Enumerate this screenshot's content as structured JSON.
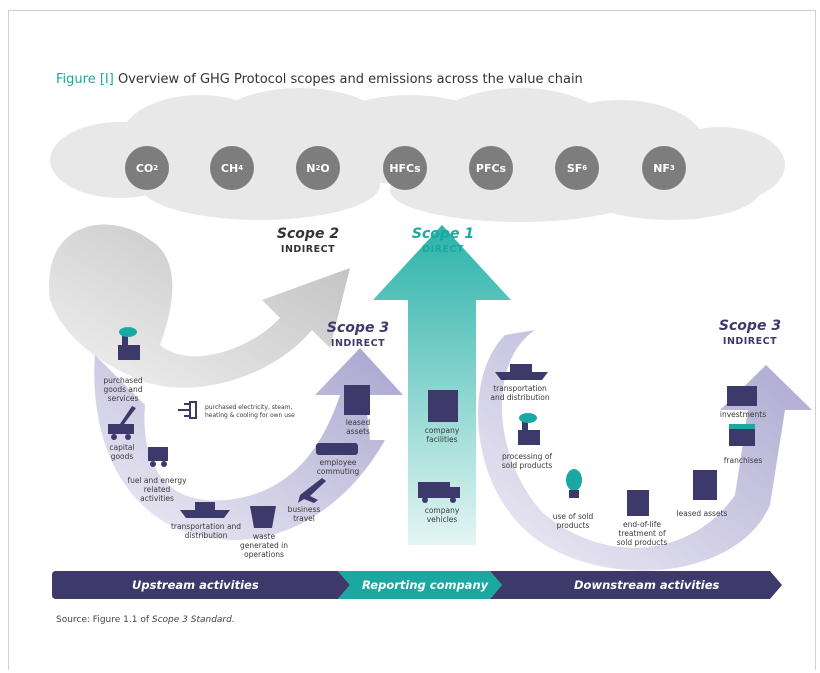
{
  "title": {
    "figure_label": "Figure [I]",
    "text": "Overview of GHG Protocol scopes and emissions across the value chain"
  },
  "gases": [
    {
      "main": "CO",
      "sub": "2"
    },
    {
      "main": "CH",
      "sub": "4"
    },
    {
      "main": "N",
      "sub": "2",
      "tail": "O"
    },
    {
      "main": "HFCs",
      "sub": ""
    },
    {
      "main": "PFCs",
      "sub": ""
    },
    {
      "main": "SF",
      "sub": "6"
    },
    {
      "main": "NF",
      "sub": "3"
    }
  ],
  "scopes": {
    "scope2": {
      "title": "Scope 2",
      "subtitle": "INDIRECT"
    },
    "scope1": {
      "title": "Scope 1",
      "subtitle": "DIRECT"
    },
    "scope3_up": {
      "title": "Scope 3",
      "subtitle": "INDIRECT"
    },
    "scope3_down": {
      "title": "Scope 3",
      "subtitle": "INDIRECT"
    }
  },
  "upstream_items": {
    "purchased_goods": "purchased goods and services",
    "purchased_electricity": "purchased electricity, steam, heating & cooling for own use",
    "capital_goods": "capital goods",
    "fuel_energy": "fuel and energy related activities",
    "transportation": "transportation and distribution",
    "waste": "waste generated in operations",
    "business_travel": "business travel",
    "employee_commuting": "employee commuting",
    "leased_assets": "leased assets"
  },
  "company_items": {
    "facilities": "company facilities",
    "vehicles": "company vehicles"
  },
  "downstream_items": {
    "transportation": "transportation and distribution",
    "processing": "processing of sold products",
    "use": "use of sold products",
    "end_of_life": "end-of-life treatment of sold products",
    "leased_assets": "leased assets",
    "franchises": "franchises",
    "investments": "investments"
  },
  "bands": {
    "upstream": "Upstream activities",
    "reporting": "Reporting company",
    "downstream": "Downstream activities"
  },
  "source": {
    "prefix": "Source: Figure 1.1 of",
    "italic": "Scope 3 Standard."
  },
  "colors": {
    "teal": "#1aa8a0",
    "purple": "#3d3a6b",
    "lavender": "#b9b5d6",
    "gray_arrow": "#c4c4c4",
    "cloud": "#e7e7e7",
    "gas_circle": "#7d7d7d"
  }
}
